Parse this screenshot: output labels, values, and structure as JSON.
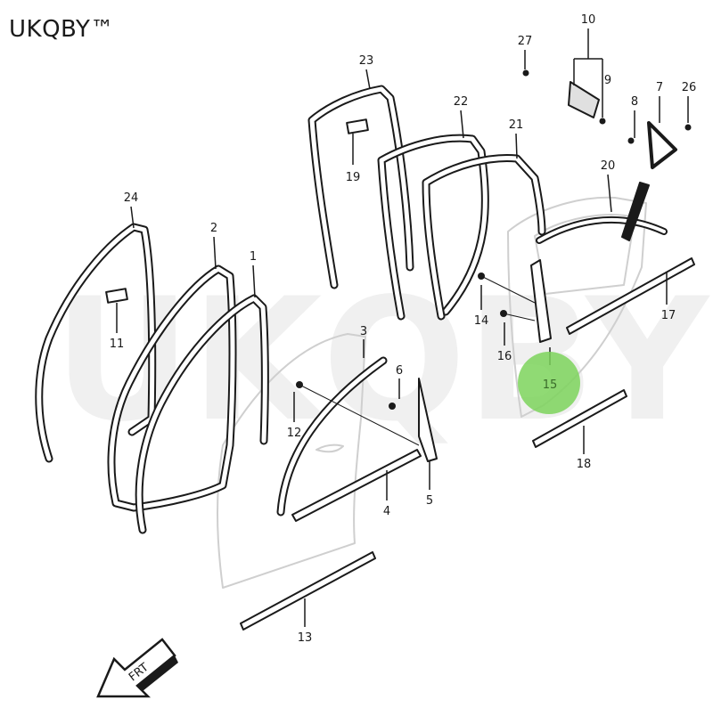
{
  "brand": {
    "name": "UKQBY™",
    "watermark": "UKQBY"
  },
  "colors": {
    "line": "#1a1a1a",
    "door_line": "#cfcfcf",
    "highlight": "#7dd35c",
    "watermark": "#f0f0f0"
  },
  "callouts": [
    {
      "id": "c1",
      "label": "1"
    },
    {
      "id": "c2",
      "label": "2"
    },
    {
      "id": "c3",
      "label": "3"
    },
    {
      "id": "c4",
      "label": "4"
    },
    {
      "id": "c5",
      "label": "5"
    },
    {
      "id": "c6",
      "label": "6"
    },
    {
      "id": "c7",
      "label": "7"
    },
    {
      "id": "c8",
      "label": "8"
    },
    {
      "id": "c9",
      "label": "9"
    },
    {
      "id": "c10",
      "label": "10"
    },
    {
      "id": "c11",
      "label": "11"
    },
    {
      "id": "c12",
      "label": "12"
    },
    {
      "id": "c13",
      "label": "13"
    },
    {
      "id": "c14",
      "label": "14"
    },
    {
      "id": "c15",
      "label": "15",
      "highlighted": true
    },
    {
      "id": "c16",
      "label": "16"
    },
    {
      "id": "c17",
      "label": "17"
    },
    {
      "id": "c18",
      "label": "18"
    },
    {
      "id": "c19",
      "label": "19"
    },
    {
      "id": "c20",
      "label": "20"
    },
    {
      "id": "c21",
      "label": "21"
    },
    {
      "id": "c22",
      "label": "22"
    },
    {
      "id": "c23",
      "label": "23"
    },
    {
      "id": "c24",
      "label": "24"
    },
    {
      "id": "c26",
      "label": "26"
    },
    {
      "id": "c27",
      "label": "27"
    }
  ],
  "direction_arrow": {
    "label": "FRT"
  }
}
